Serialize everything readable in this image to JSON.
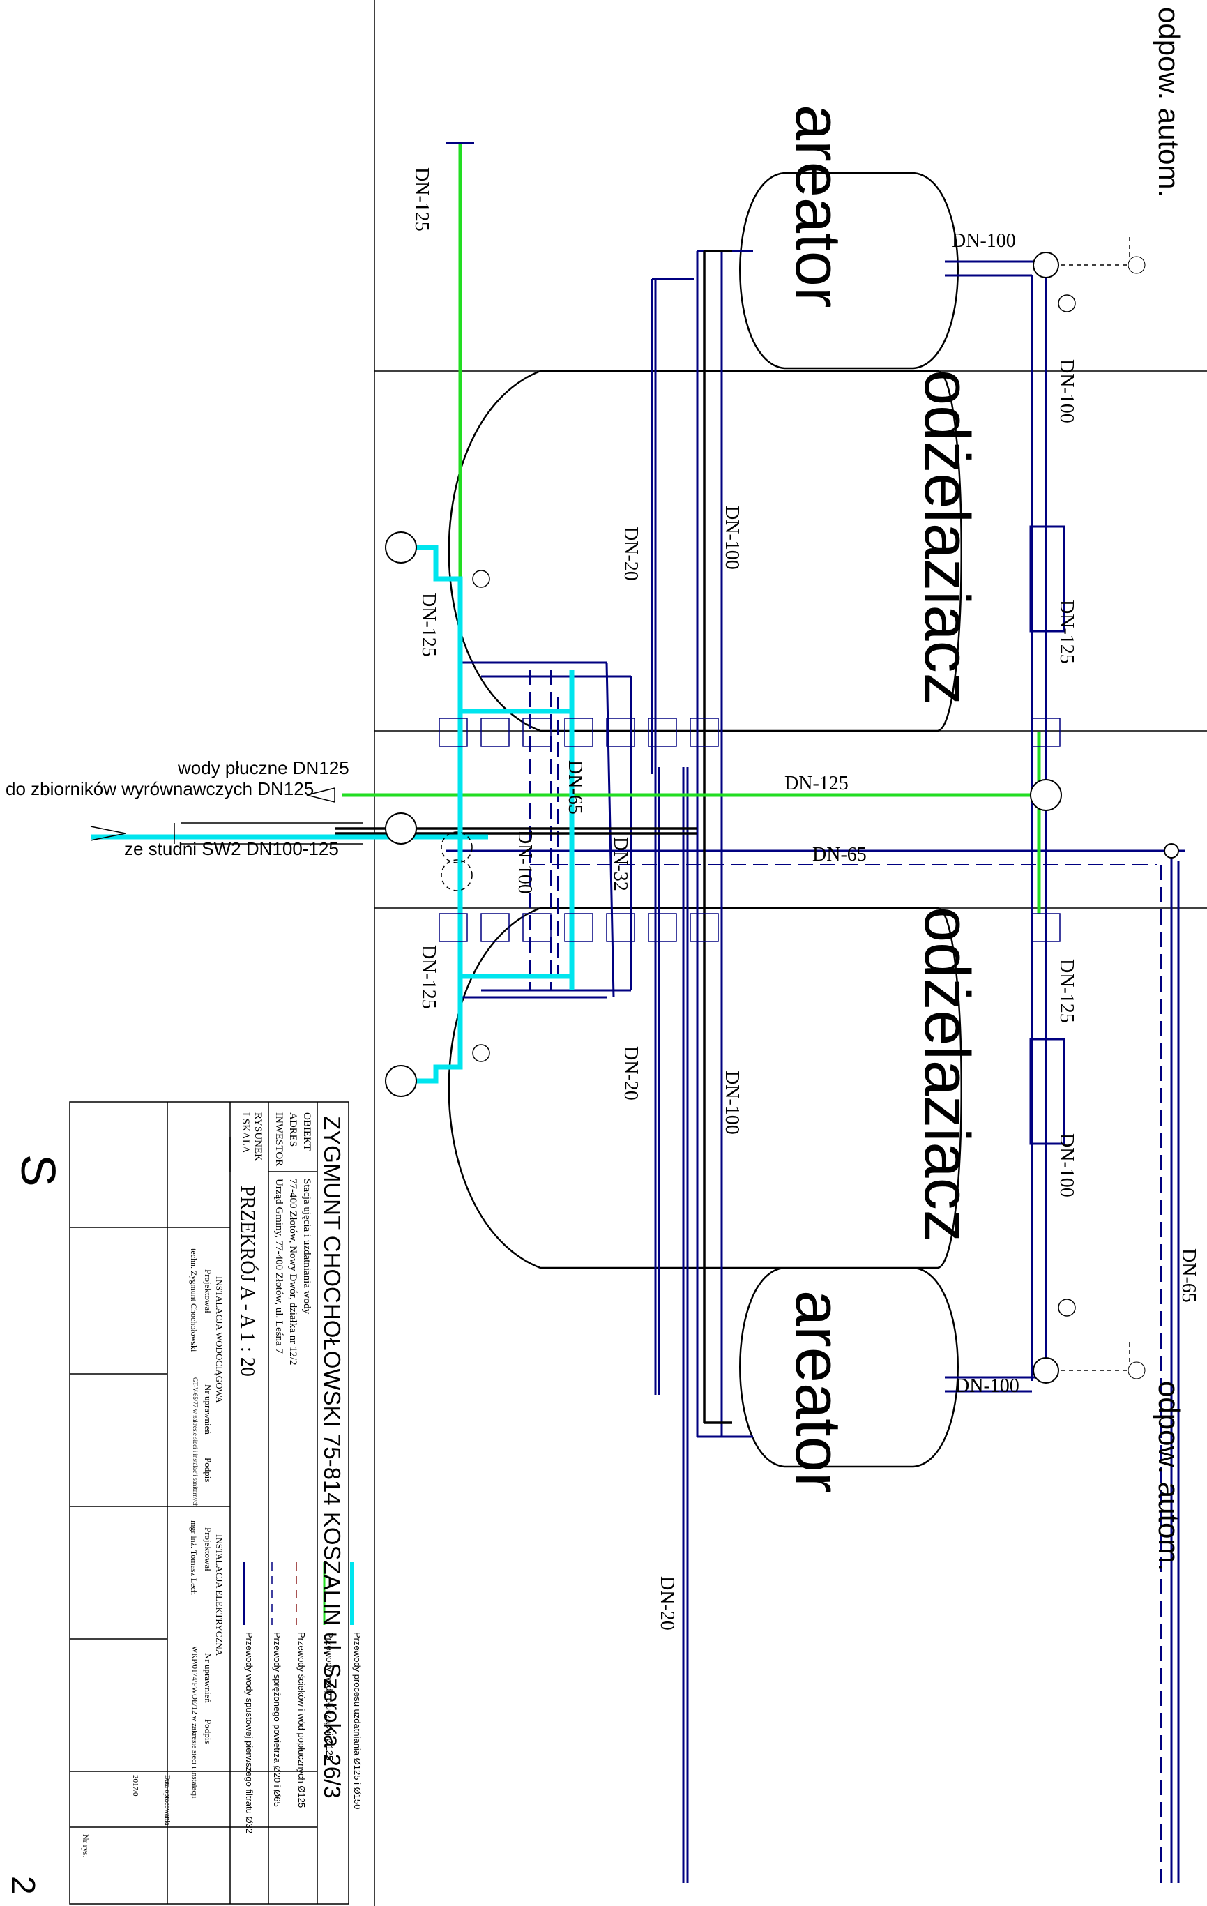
{
  "colors": {
    "process": "#00e5ee",
    "wash": "#22dd22",
    "sewage": "#8b1a1a",
    "air": "#000080",
    "line": "#000000"
  },
  "equipment": {
    "aerator_top": "areator",
    "aerator_bottom": "areator",
    "deironer_top": "odżelaziacz",
    "deironer_bottom": "odżelaziacz",
    "auto_vent_top": "odpow. autom.",
    "auto_vent_bottom": "odpow. autom."
  },
  "pipe_labels": {
    "dn125_vertical_top": "DN-125",
    "dn100_aer_top": "DN-100",
    "dn100_right_top": "DN-100",
    "dn20_left_top": "DN-20",
    "dn100_mid_top": "DN-100",
    "dn125_right_top": "DN-125",
    "dn125_left_top": "DN-125",
    "dn125_center": "DN-125",
    "dn65_mid": "DN-65",
    "dn65_right": "DN-65",
    "dn100_center": "DN-100",
    "dn32_center": "DN-32",
    "dn125_left_bottom": "DN-125",
    "dn125_right_bottom": "DN-125",
    "dn20_left_bottom": "DN-20",
    "dn100_mid_bottom": "DN-100",
    "dn100_right_bottom": "DN-100",
    "dn65_far_right": "DN-65",
    "dn100_aer_bottom": "DN-100",
    "dn20_bottom": "DN-20"
  },
  "callouts": {
    "wash_water": "wody płuczne DN125",
    "to_tanks": "do zbiorników wyrównawczych DN125",
    "from_well": "ze studni SW2 DN100-125"
  },
  "legend": [
    "Przewody procesu uzdatniania Ø125 i Ø150",
    "Przewody wody płuczącej Ø125",
    "Przewody ścieków i wód popłucznych Ø125",
    "Przewody sprężonego powietrza Ø20 i Ø65",
    "Przewody wody spustowej pierwszego filtratu Ø32"
  ],
  "title_block": {
    "company": "ZYGMUNT CHOCHOŁOWSKI 75-814 KOSZALIN ul. Szeroka 26/3",
    "object_label": "OBIEKT",
    "object_value": "Stacja ujęcia i uzdatniania wody",
    "address_label": "ADRES",
    "address_value": "77-400 Złotów, Nowy Dwór, działka nr 12/2",
    "investor_label": "INWESTOR",
    "investor_value": "Urząd Gminy, 77-400 Złotów, ul. Leśna 7",
    "drawing_label_1": "RYSUNEK",
    "drawing_label_2": "I SKALA",
    "drawing_title": "PRZEKRÓJ A - A 1 : 20",
    "water_section": "INSTALACJA WODOCIĄGOWA",
    "electric_section": "INSTALACJA ELEKTRYCZNA",
    "designed": "Projektował",
    "permission_no": "Nr uprawnień",
    "signature": "Podpis",
    "water_designer": "techn. Zygmunt Chochołowski",
    "water_permit": "GT-V-65/77 w zakresie sieci i instalacji sanitarnych",
    "electric_designer": "mgr inż. Tomasz Lech",
    "electric_permit": "WKP/0174/PWOE/12 w zakresie sieci i instalacji",
    "date_label": "Data opracowania",
    "date_value": "2017/0",
    "sheet_label": "Nr rys.",
    "sheet_value": "2",
    "logo_letter": "S"
  }
}
